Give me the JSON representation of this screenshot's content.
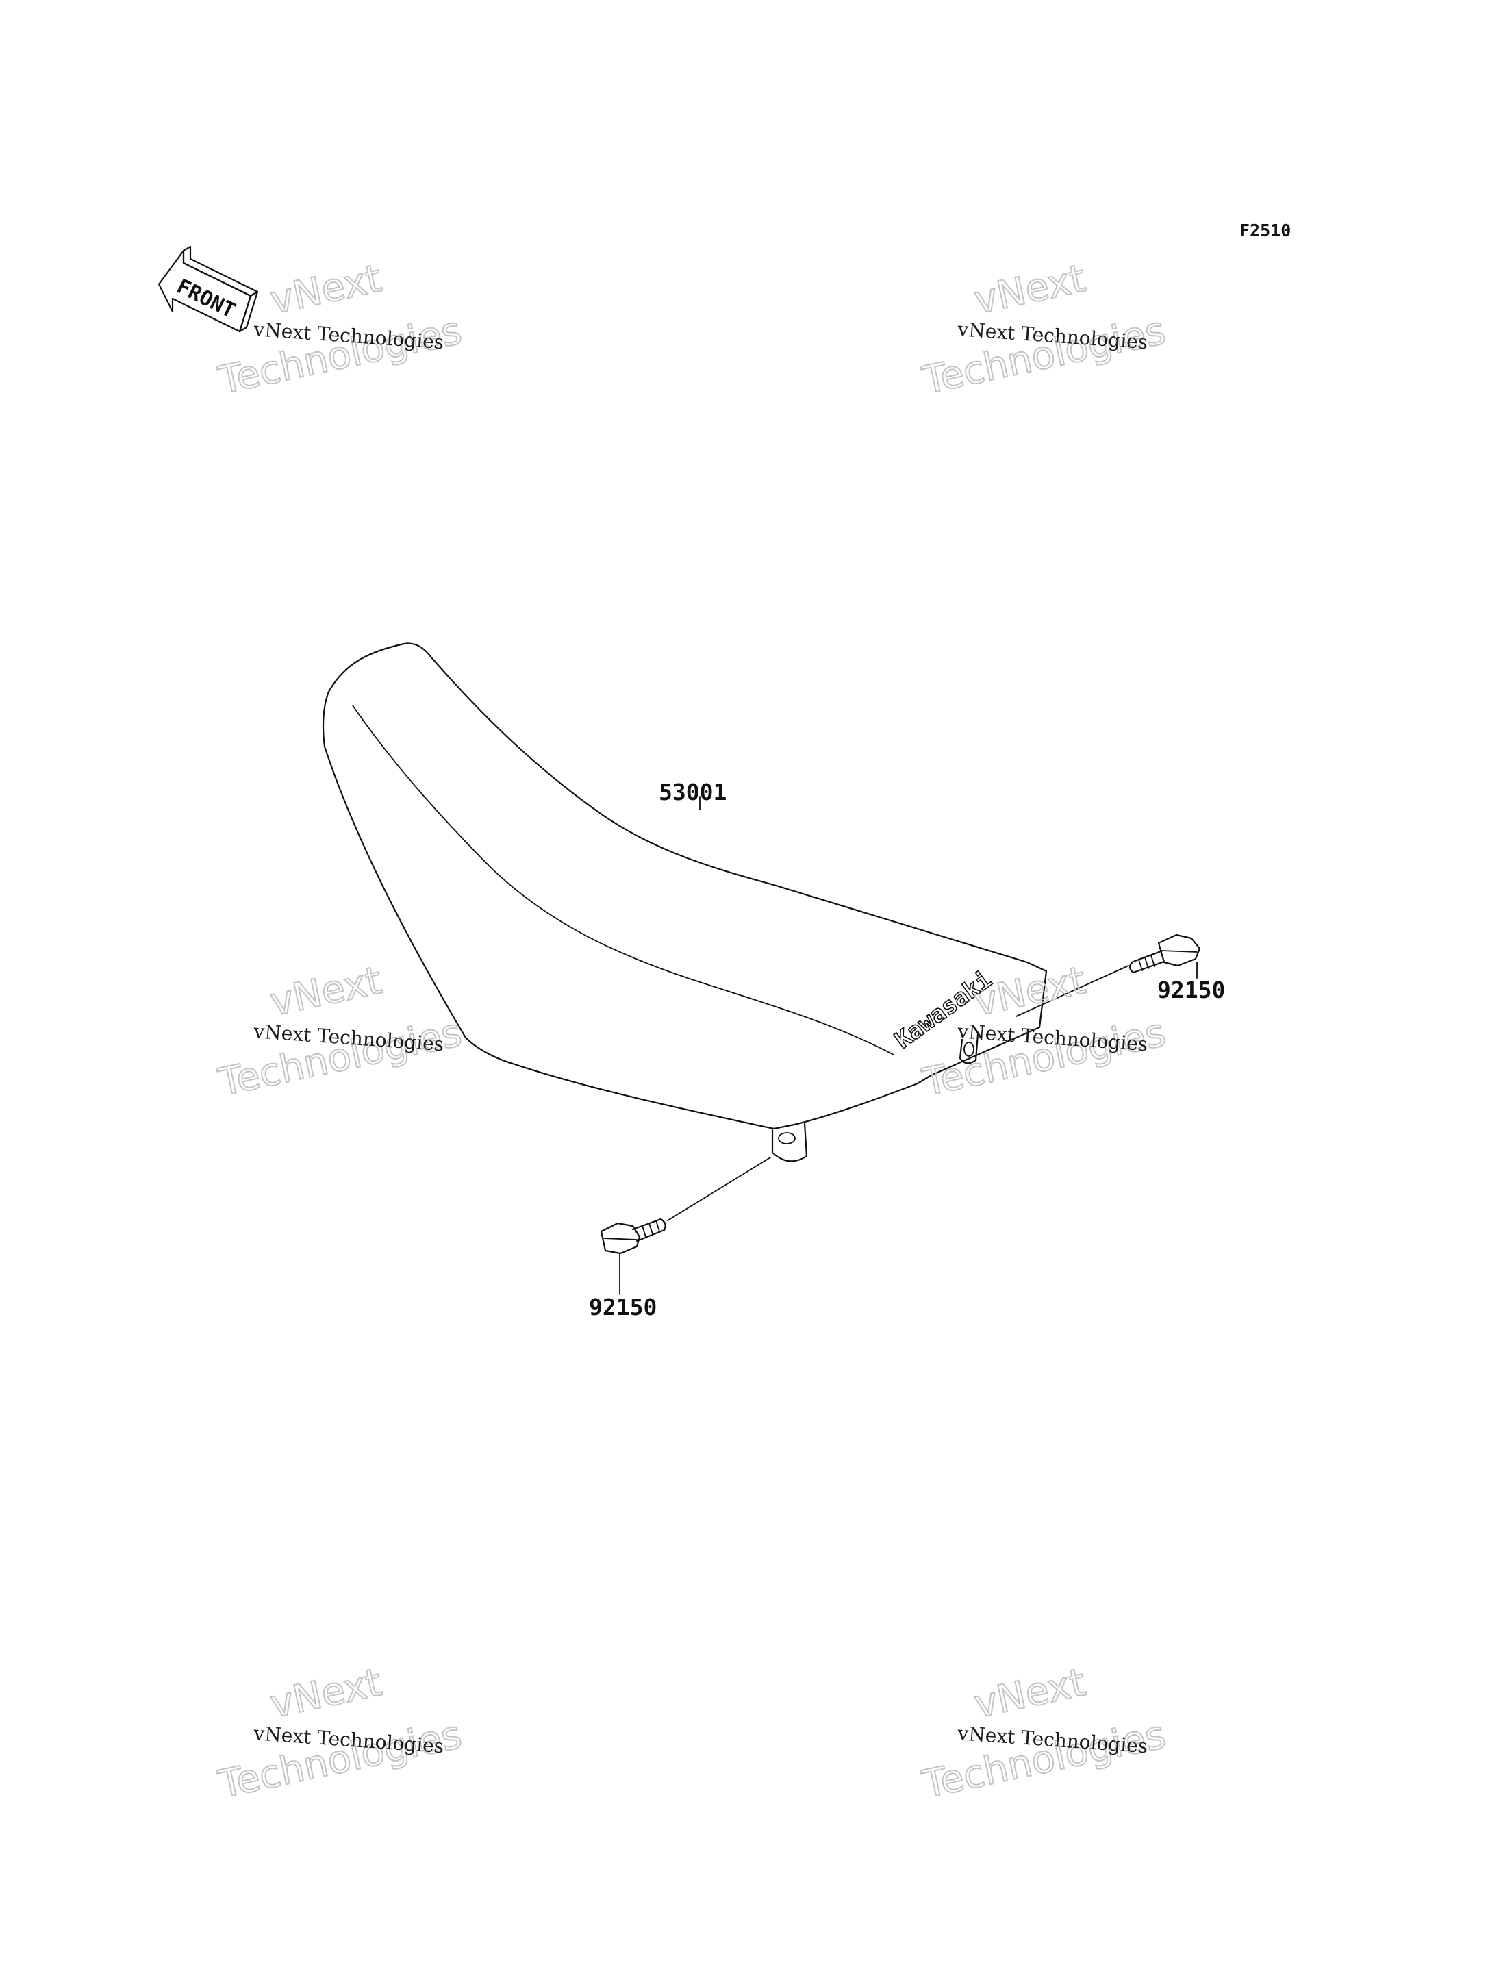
{
  "figure_code": "F2510",
  "front_arrow_label": "FRONT",
  "seat_brand_text": "Kawasaki",
  "part_labels": {
    "seat": "53001",
    "bolt_right": "92150",
    "bolt_left": "92150"
  },
  "watermark": {
    "small_text": "vNext Technologies",
    "big_line1": "vNext",
    "big_line2": "Technologies"
  }
}
